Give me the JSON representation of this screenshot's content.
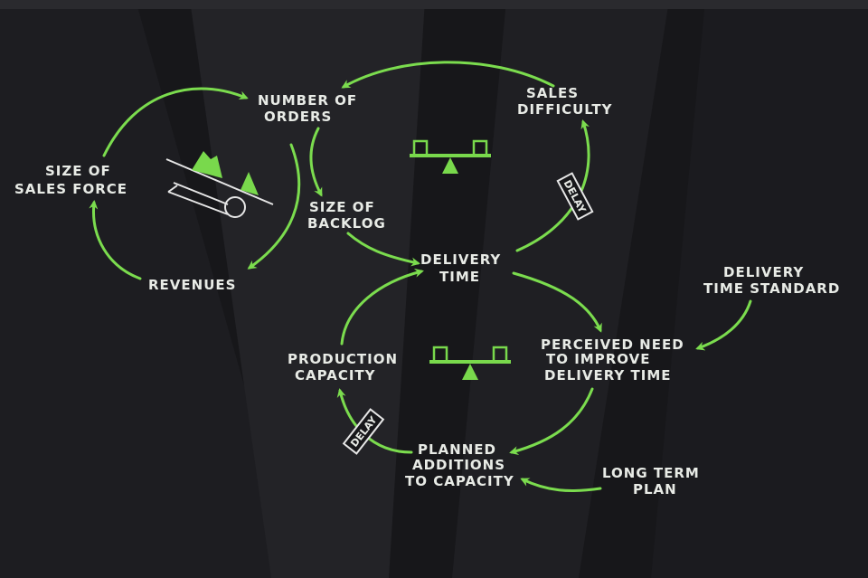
{
  "colors": {
    "background": "#17171a",
    "arrow": "#7bdc4e",
    "text": "#e8ebe6"
  },
  "nodes": {
    "number_of_orders": [
      "NUMBER OF",
      "ORDERS"
    ],
    "sales_difficulty": [
      "SALES",
      "DIFFICULTY"
    ],
    "size_of_sales_force": [
      "SIZE OF",
      "SALES  FORCE"
    ],
    "size_of_backlog": [
      "SIZE OF",
      "BACKLOG"
    ],
    "revenues": [
      "REVENUES"
    ],
    "delivery_time": [
      "DELIVERY",
      "TIME"
    ],
    "delivery_time_standard": [
      "DELIVERY",
      "TIME STANDARD"
    ],
    "production_capacity": [
      "PRODUCTION",
      "CAPACITY"
    ],
    "perceived_need": [
      "PERCEIVED NEED",
      "TO IMPROVE",
      "DELIVERY TIME"
    ],
    "planned_additions": [
      "PLANNED",
      "ADDITIONS",
      "TO CAPACITY"
    ],
    "long_term_plan": [
      "LONG TERM",
      "PLAN"
    ]
  },
  "delays": {
    "upper": "DELAY",
    "lower": "DELAY"
  },
  "icons": [
    "balance-scale-icon",
    "growth-hill-icon"
  ]
}
